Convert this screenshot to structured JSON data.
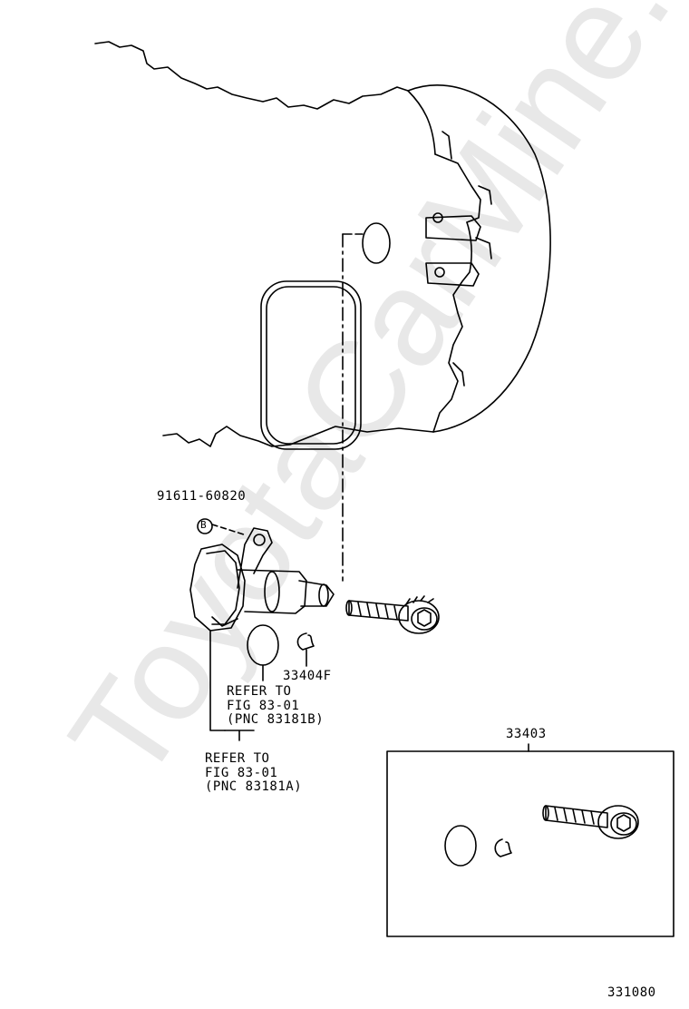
{
  "watermark": "ToyotaCarMine.ru",
  "labels": {
    "bolt_part": "91611-60820",
    "bolt_marker": "B",
    "clip_part": "33404F",
    "refer1_line1": "REFER TO",
    "refer1_line2": "FIG 83-01",
    "refer1_line3": "(PNC 83181B)",
    "refer2_line1": "REFER TO",
    "refer2_line2": "FIG 83-01",
    "refer2_line3": "(PNC 83181A)",
    "kit_part": "33403",
    "figure_number": "331080"
  }
}
